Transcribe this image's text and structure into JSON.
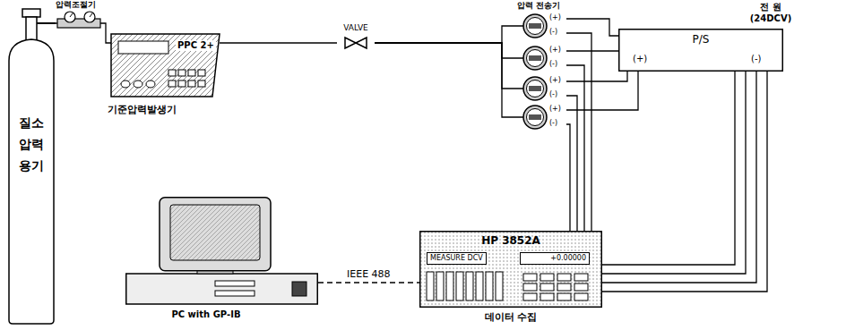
{
  "diagram": {
    "nodes": [
      {
        "text": [
          "질소 압력 용기"
        ]
      },
      {
        "text": [
          "PPC 2+",
          "기준압력발생기"
        ]
      },
      {
        "text": [
          "VALVE"
        ]
      },
      {
        "text": [
          "(+)",
          "(-)"
        ]
      },
      {
        "text": [
          "(+)",
          "(-)"
        ]
      },
      {
        "text": [
          "(+)",
          "(-)"
        ]
      },
      {
        "text": [
          "(+)",
          "(-)"
        ]
      },
      {
        "text": [
          "전 원 (24DCV)",
          "P/S",
          "(+)",
          "(-)"
        ]
      },
      {
        "text": [
          "HP 3852A",
          "MEASURE DCV",
          "+0.00000",
          "데이터 수집"
        ]
      },
      {
        "text": [
          "PC with GP-IB"
        ]
      }
    ],
    "edges": [
      {
        "from": 0,
        "to": 1,
        "arrow": "none"
      },
      {
        "from": 1,
        "to": 2,
        "arrow": "none"
      },
      {
        "from": 2,
        "to": 3,
        "arrow": "none"
      },
      {
        "from": 2,
        "to": 4,
        "arrow": "none"
      },
      {
        "from": 2,
        "to": 5,
        "arrow": "none"
      },
      {
        "from": 2,
        "to": 6,
        "arrow": "none"
      },
      {
        "from": 3,
        "to": 7,
        "arrow": "none"
      },
      {
        "from": 4,
        "to": 7,
        "arrow": "none"
      },
      {
        "from": 5,
        "to": 7,
        "arrow": "none"
      },
      {
        "from": 6,
        "to": 7,
        "arrow": "none"
      },
      {
        "from": 3,
        "to": 8,
        "arrow": "none"
      },
      {
        "from": 4,
        "to": 8,
        "arrow": "none"
      },
      {
        "from": 5,
        "to": 8,
        "arrow": "none"
      },
      {
        "from": 6,
        "to": 8,
        "arrow": "none"
      },
      {
        "from": 7,
        "to": 8,
        "arrow": "none"
      },
      {
        "from": 7,
        "to": 8,
        "arrow": "none"
      },
      {
        "from": 7,
        "to": 8,
        "arrow": "none"
      },
      {
        "from": 7,
        "to": 8,
        "arrow": "none"
      },
      {
        "from": 9,
        "to": 8,
        "label": "IEEE 488",
        "arrow": "none"
      }
    ],
    "labels": [
      "압력조절기",
      "압력 전송기"
    ]
  }
}
